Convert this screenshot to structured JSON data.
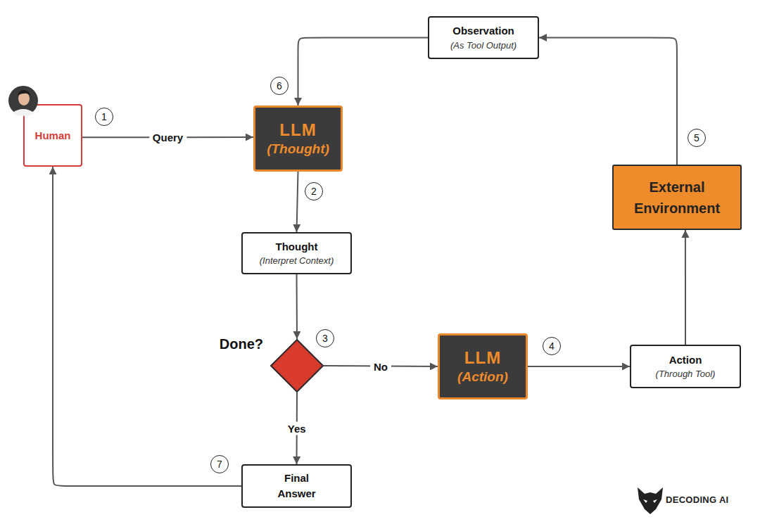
{
  "diagram": {
    "nodes": [
      {
        "text": [
          "Observation",
          "(As Tool Output)"
        ]
      },
      {
        "text": [
          "Human"
        ]
      },
      {
        "text": [
          "LLM",
          "(Thought)"
        ]
      },
      {
        "text": [
          "External Environment"
        ]
      },
      {
        "text": [
          "Thought",
          "(Interpret Context)"
        ]
      },
      {
        "text": [
          "Done?"
        ]
      },
      {
        "text": [
          "LLM",
          "(Action)"
        ]
      },
      {
        "text": [
          "Action",
          "(Through Tool)"
        ]
      },
      {
        "text": [
          "Final Answer"
        ]
      }
    ],
    "edges": [
      {
        "from": 1,
        "to": 2,
        "arrow": "to",
        "label": "Query"
      },
      {
        "from": 2,
        "to": 4,
        "arrow": "to"
      },
      {
        "from": 4,
        "to": 5,
        "arrow": "to"
      },
      {
        "from": 5,
        "to": 6,
        "arrow": "to",
        "label": "No"
      },
      {
        "from": 6,
        "to": 7,
        "arrow": "to"
      },
      {
        "from": 7,
        "to": 3,
        "arrow": "to"
      },
      {
        "from": 3,
        "to": 0,
        "arrow": "to"
      },
      {
        "from": 0,
        "to": 2,
        "arrow": "to"
      },
      {
        "from": 5,
        "to": 8,
        "arrow": "to",
        "label": "Yes"
      },
      {
        "from": 8,
        "to": 1,
        "arrow": "to"
      }
    ],
    "labels": [
      "1",
      "2",
      "3",
      "4",
      "5",
      "6",
      "7",
      "DECODING AI"
    ]
  }
}
